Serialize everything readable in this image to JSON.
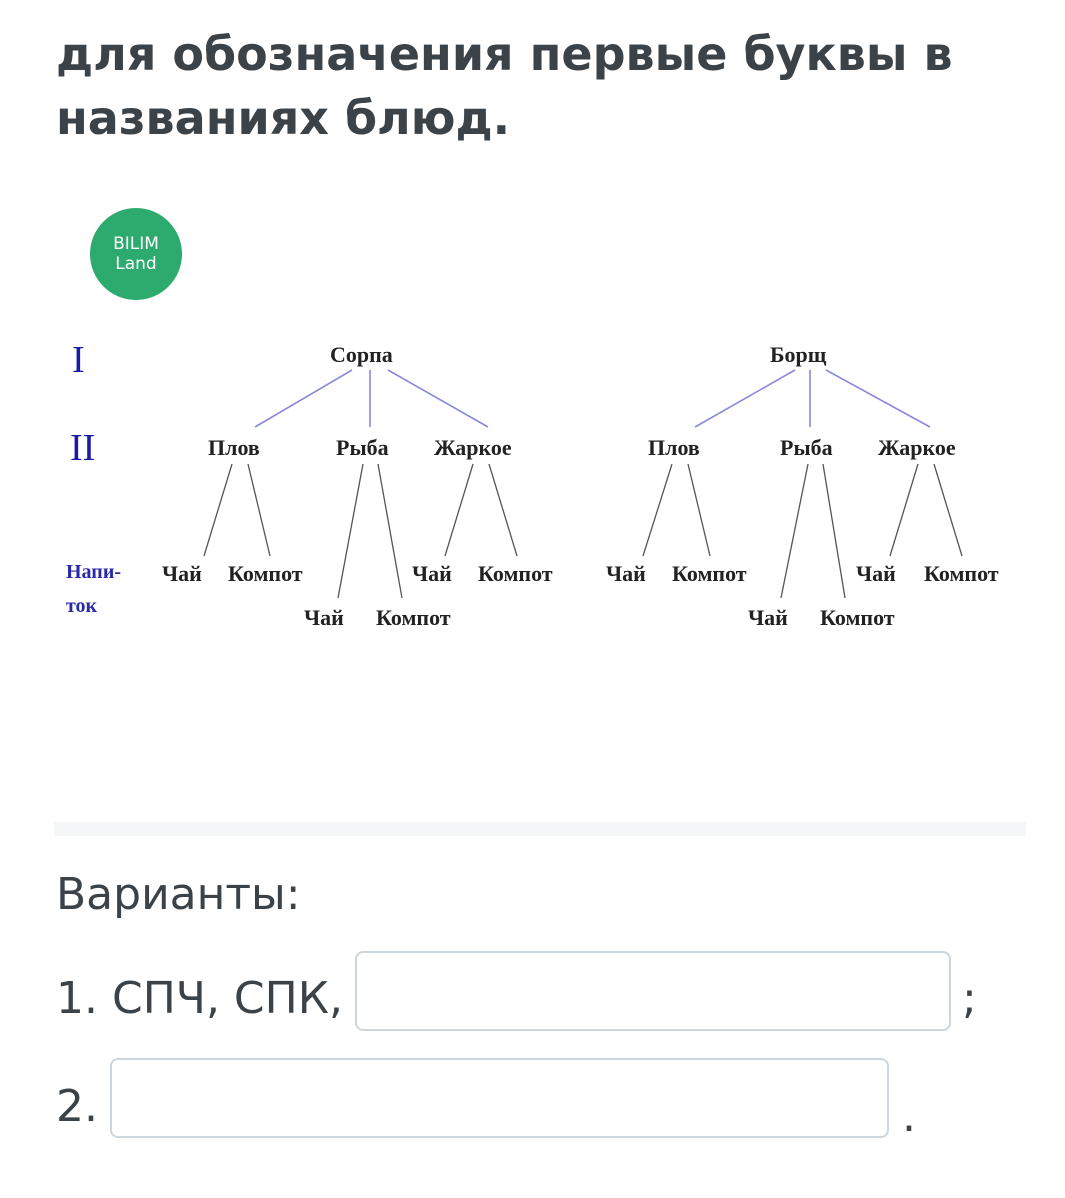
{
  "heading": {
    "line1": "для обозначения первые буквы в",
    "line2": "названиях блюд."
  },
  "logo": {
    "line1": "BILIM",
    "line2": "Land"
  },
  "diagram": {
    "level_labels": {
      "first": "I",
      "second": "II",
      "drink_1": "Напи-",
      "drink_2": "ток"
    },
    "trees": [
      {
        "root": "Сорпа",
        "branches": [
          {
            "label": "Плов",
            "leaves": [
              "Чай",
              "Компот"
            ]
          },
          {
            "label": "Рыба",
            "leaves": [
              "Чай",
              "Компот"
            ]
          },
          {
            "label": "Жаркое",
            "leaves": [
              "Чай",
              "Компот"
            ]
          }
        ]
      },
      {
        "root": "Борщ",
        "branches": [
          {
            "label": "Плов",
            "leaves": [
              "Чай",
              "Компот"
            ]
          },
          {
            "label": "Рыба",
            "leaves": [
              "Чай",
              "Компот"
            ]
          },
          {
            "label": "Жаркое",
            "leaves": [
              "Чай",
              "Компот"
            ]
          }
        ]
      }
    ],
    "line_colors": {
      "upper": "#8888dd",
      "lower": "#444444"
    }
  },
  "variants": {
    "title": "Варианты:",
    "row1": {
      "prefix": "1. СПЧ, СПК,",
      "suffix": ";",
      "value": ""
    },
    "row2": {
      "prefix": "2.",
      "suffix": ".",
      "value": ""
    }
  },
  "colors": {
    "logo": "#2daa6e",
    "heading": "#3b4248",
    "level_labels": "#1a1aa8"
  }
}
